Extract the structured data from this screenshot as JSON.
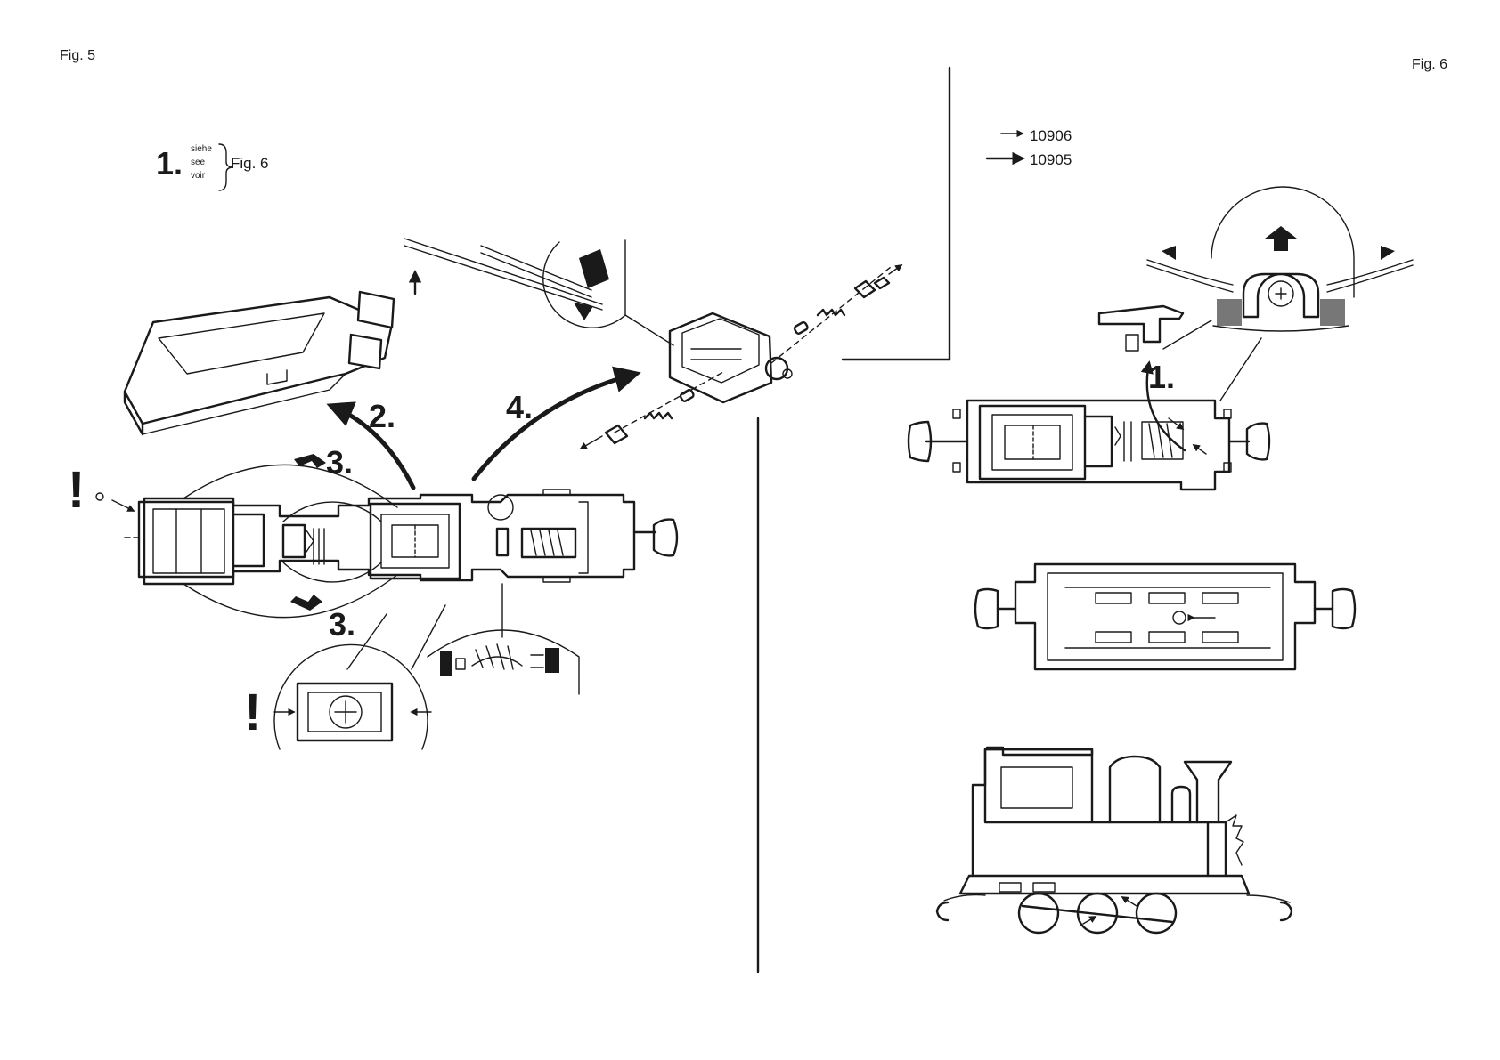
{
  "fig5": {
    "label": "Fig. 5",
    "note": {
      "step": "1.",
      "words": [
        "siehe",
        "see",
        "voir"
      ],
      "ref": "Fig. 6"
    },
    "steps": {
      "remove_body": "2.",
      "clip_top": "3.",
      "clip_bottom": "3.",
      "motor_out": "4."
    },
    "exclamations": {
      "rear_clip": "!",
      "detail_clip": "!"
    }
  },
  "fig6": {
    "label": "Fig. 6",
    "legend": [
      {
        "label": "10906",
        "arrow": "small-arrow"
      },
      {
        "label": "10905",
        "arrow": "large-arrow"
      }
    ],
    "steps": {
      "lift_clip": "1."
    }
  }
}
